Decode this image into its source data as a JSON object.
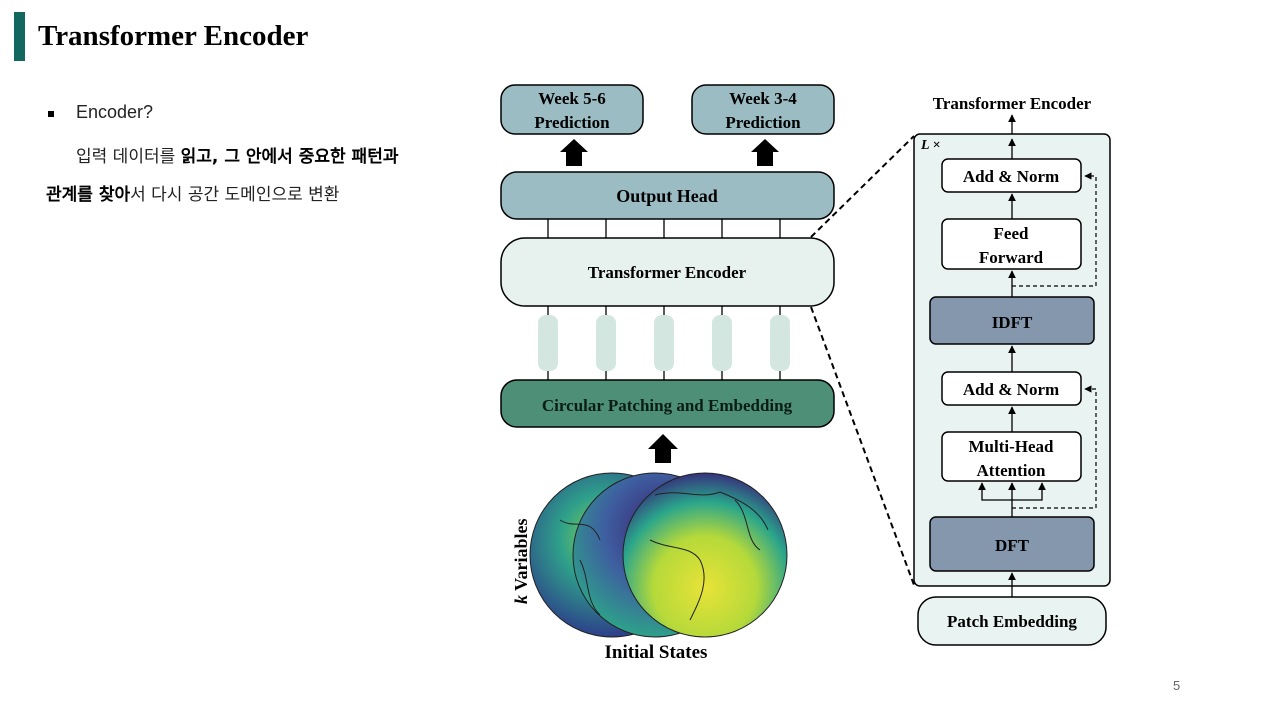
{
  "slide": {
    "title": "Transformer Encoder",
    "bullet": "Encoder?",
    "desc_line1_a": "입력 데이터를 ",
    "desc_line1_b": "읽고, 그 안에서 중요한 패턴과",
    "desc_line2_a": "관계를 찾아",
    "desc_line2_b": "서 다시 공간 도메인으로 변환",
    "page_number": "5"
  },
  "left_diagram": {
    "pred_week56": [
      "Week 5-6",
      "Prediction"
    ],
    "pred_week34": [
      "Week 3-4",
      "Prediction"
    ],
    "output_head": "Output Head",
    "transformer_encoder": "Transformer Encoder",
    "patching": "Circular Patching and Embedding",
    "k_variables_k": "k",
    "k_variables_label": " Variables",
    "initial_states": "Initial States"
  },
  "right_diagram": {
    "title": "Transformer Encoder",
    "repeat_label": "L ×",
    "add_norm_top": "Add & Norm",
    "feed_forward": [
      "Feed",
      "Forward"
    ],
    "idft": "IDFT",
    "add_norm_bottom": "Add & Norm",
    "mha": [
      "Multi-Head",
      "Attention"
    ],
    "dft": "DFT",
    "patch_embedding": "Patch Embedding"
  },
  "colors": {
    "accent_bar": "#12685f",
    "pred_fill": "#9bbcc3",
    "encoder_fill": "#e7f2ef",
    "token_fill": "#d3e6e0",
    "patching_fill": "#4d8f77",
    "block_fill": "#8497ad",
    "panel_fill": "#e9f3f1"
  }
}
